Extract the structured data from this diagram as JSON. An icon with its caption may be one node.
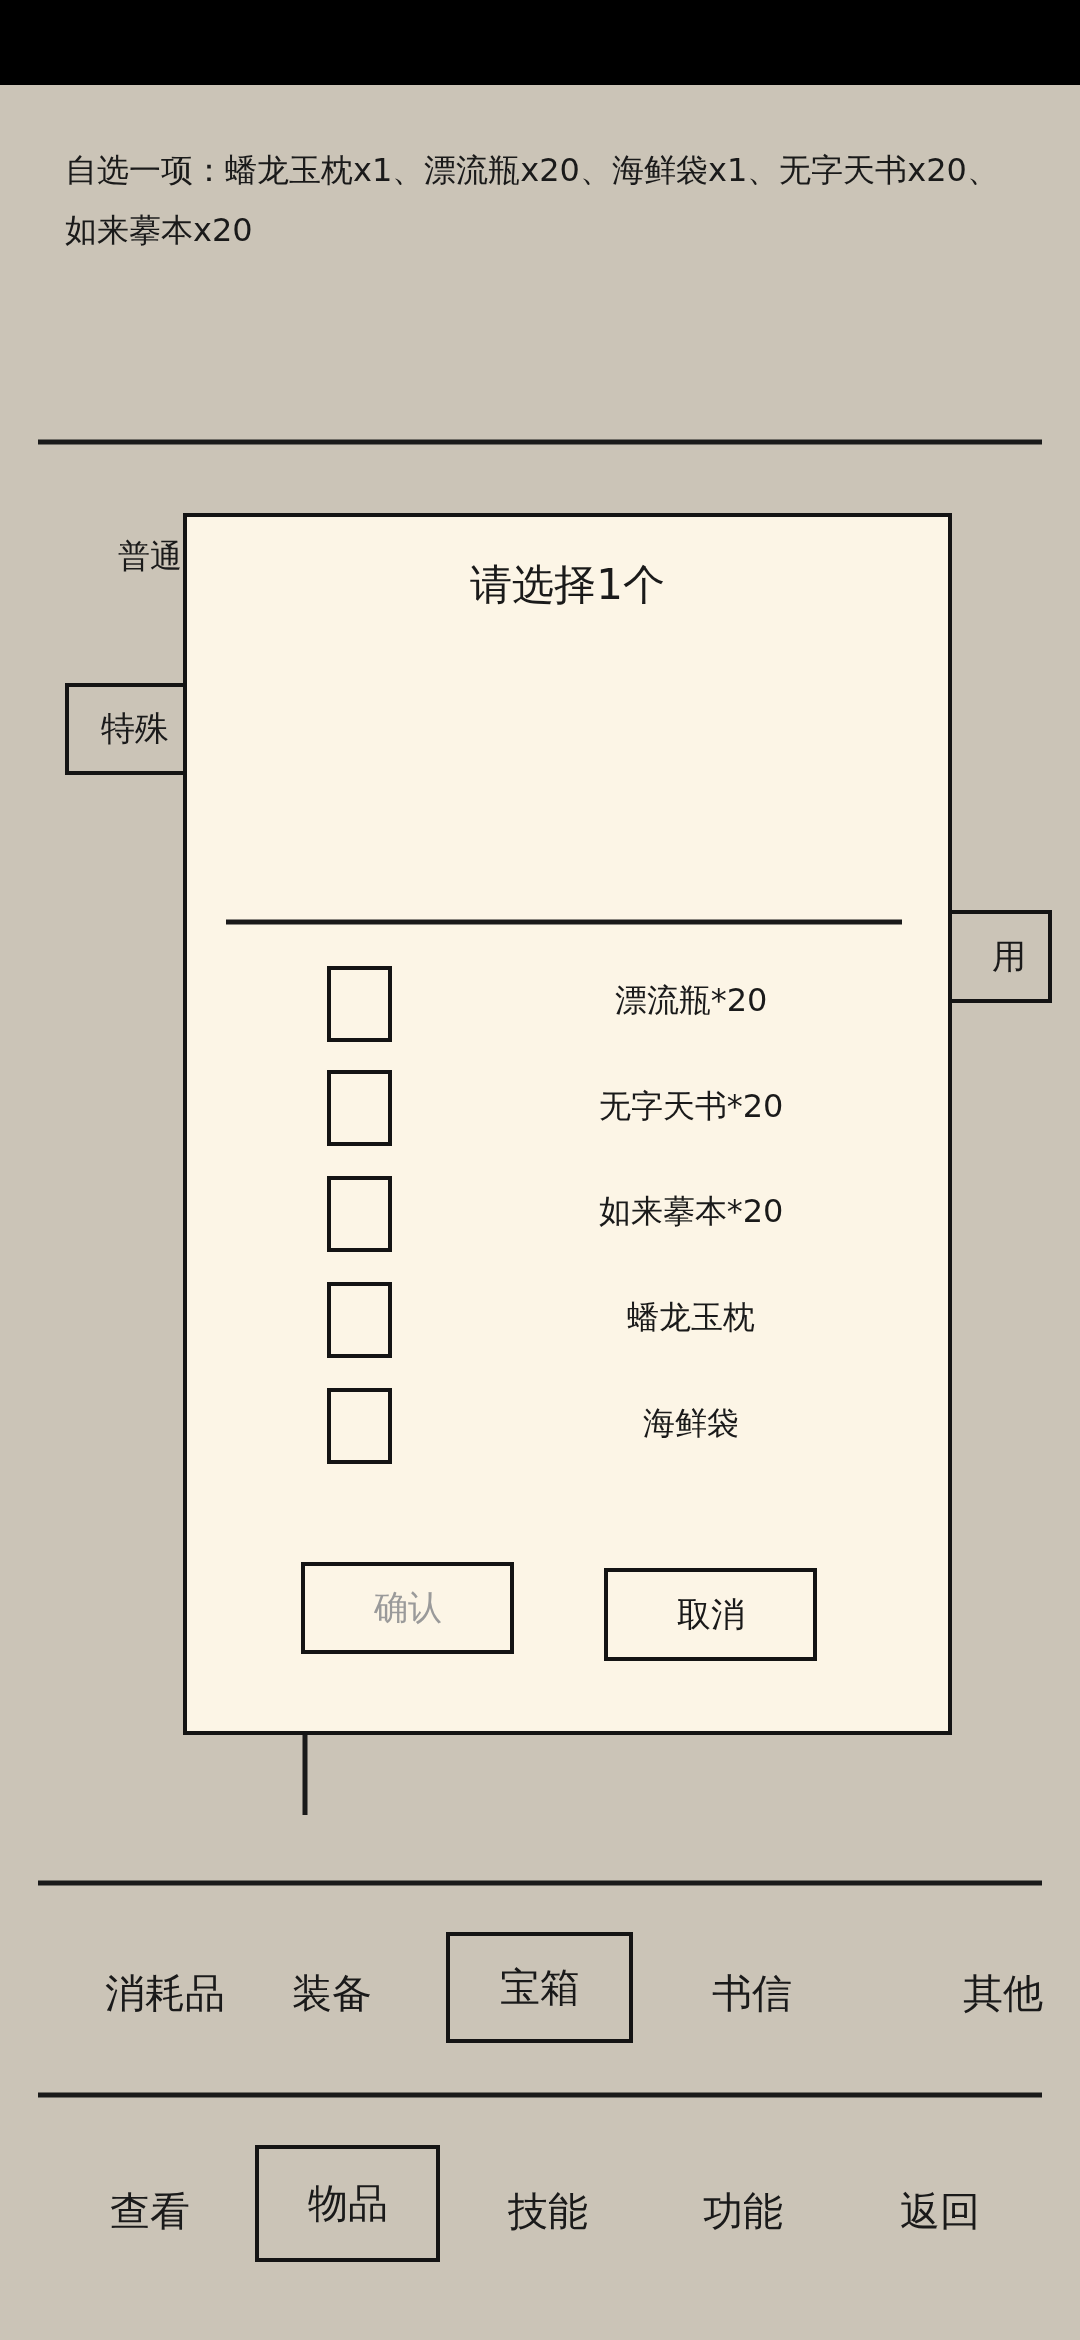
{
  "diagram": {
    "nodes": [
      {
        "text": [],
        "shape": "bar"
      },
      {
        "text": [
          "请选择1个"
        ]
      },
      {
        "text": [],
        "shape": "box",
        "in": 1
      },
      {
        "text": [],
        "shape": "box",
        "in": 1
      },
      {
        "text": [],
        "shape": "box",
        "in": 1
      },
      {
        "text": [],
        "shape": "box",
        "in": 1
      },
      {
        "text": [],
        "shape": "box",
        "in": 1
      },
      {
        "text": [
          "确认"
        ],
        "in": 1
      },
      {
        "text": [
          "取消"
        ],
        "in": 1
      },
      {
        "text": [
          "特殊"
        ]
      },
      {
        "text": [
          "用"
        ]
      },
      {
        "text": [
          "宝箱"
        ]
      },
      {
        "text": [
          "物品"
        ]
      }
    ],
    "labels": [
      "自选一项：蟠龙玉枕x1、漂流瓶x20、海鲜袋x1、无字天书x20、如来摹本x20",
      "普通",
      "漂流瓶*20",
      "无字天书*20",
      "如来摹本*20",
      "蟠龙玉枕",
      "海鲜袋",
      "消耗品",
      "装备",
      "书信",
      "其他",
      "查看",
      "技能",
      "功能",
      "返回"
    ]
  }
}
